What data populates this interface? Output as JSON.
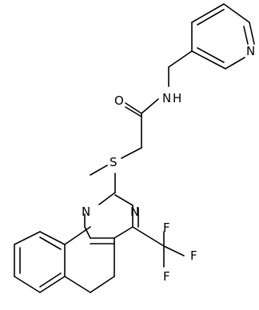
{
  "molecule": {
    "atoms": {
      "S": "S",
      "O": "O",
      "NH": "N",
      "H": "H",
      "N_pyridine": "N",
      "N1": "N",
      "N3": "N",
      "F1": "F",
      "F2": "F",
      "F3": "F"
    }
  }
}
